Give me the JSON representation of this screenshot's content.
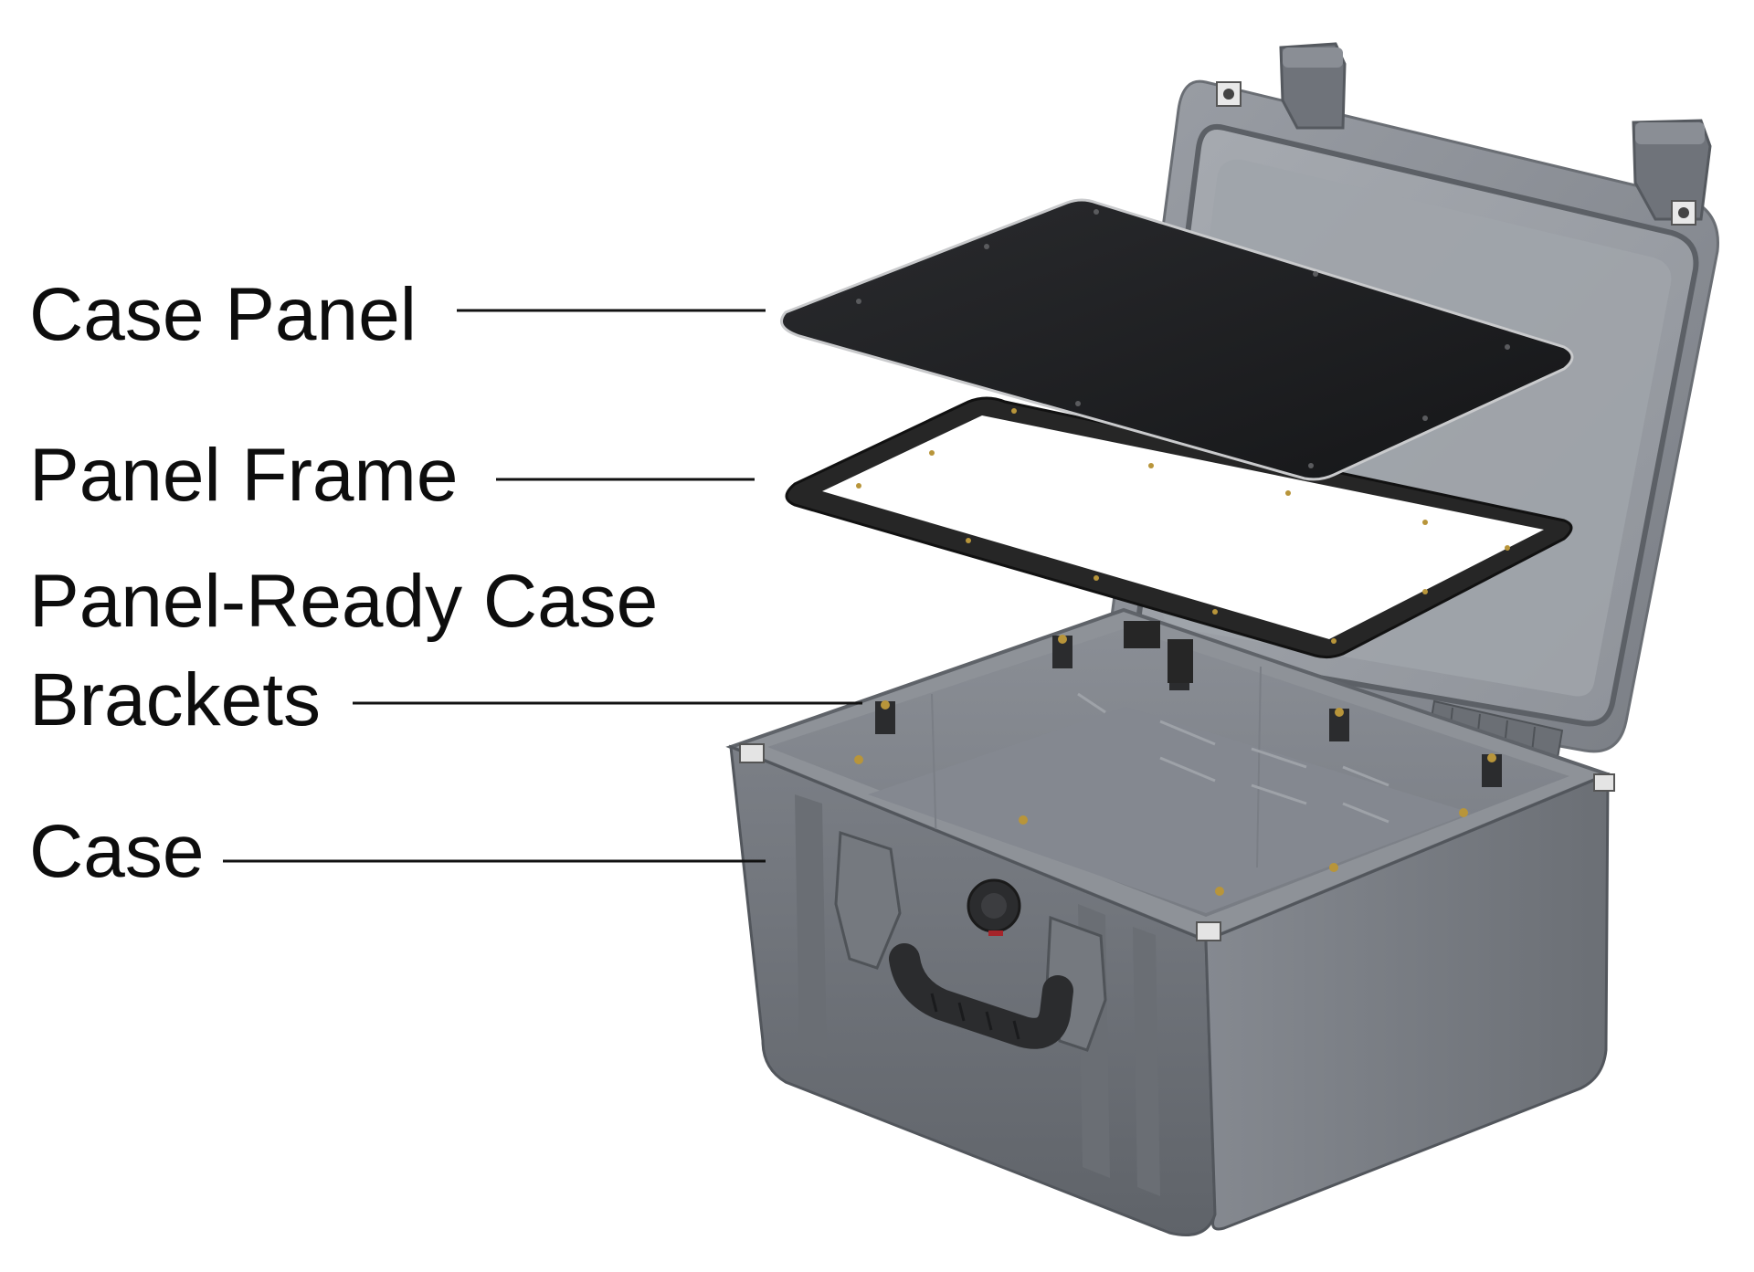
{
  "labels": {
    "case_panel": "Case Panel",
    "panel_frame": "Panel Frame",
    "brackets_line1": "Panel-Ready Case",
    "brackets_line2": "Brackets",
    "case": "Case"
  },
  "colors": {
    "background": "#ffffff",
    "text": "#0d0d0d",
    "leader_line": "#111111",
    "case_gray": "#7d8188",
    "case_light": "#a4a8ae",
    "case_dark": "#5b5f65",
    "panel": "#1c1d1f",
    "frame": "#2a2a2a",
    "handle": "#2b2c2e",
    "insert_brass": "#b8953a"
  },
  "icons": [
    "latch-icon",
    "pressure-valve-icon",
    "handle-icon",
    "mounting-bracket-icon"
  ]
}
